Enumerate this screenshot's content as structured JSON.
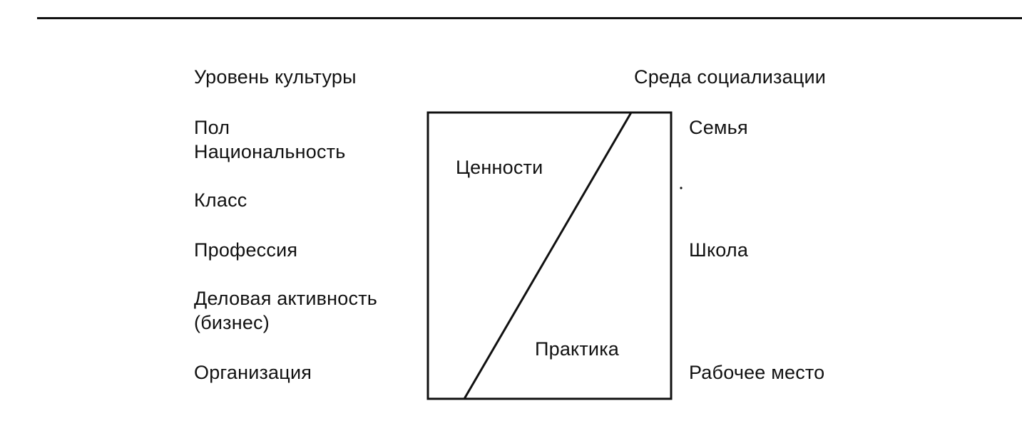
{
  "left_heading": "Уровень культуры",
  "right_heading": "Среда социализации",
  "left_levels": {
    "sex": "Пол",
    "nationality": "Национальность",
    "class": "Класс",
    "profession": "Профессия",
    "business_line1": "Деловая активность",
    "business_line2": "(бизнес)",
    "organization": "Организация"
  },
  "right_environments": {
    "family": "Семья",
    "school": "Школа",
    "workplace": "Рабочее место"
  },
  "box": {
    "values_label": "Ценности",
    "practice_label": "Практика"
  }
}
